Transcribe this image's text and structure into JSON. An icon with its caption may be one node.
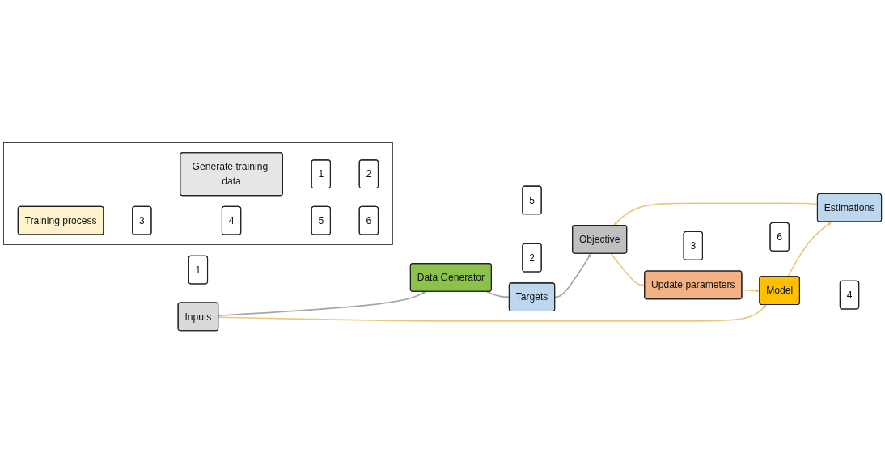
{
  "diagram": {
    "nodes": [
      {
        "text": [
          "Inputs"
        ]
      },
      {
        "text": [
          "Data Generator"
        ]
      },
      {
        "text": [
          "Targets"
        ]
      },
      {
        "text": [
          "Objective"
        ]
      },
      {
        "text": [
          "Model"
        ]
      },
      {
        "text": [
          "Estimations"
        ]
      },
      {
        "text": [
          "Update parameters"
        ]
      },
      {
        "text": [
          "1"
        ]
      },
      {
        "text": [
          "2"
        ]
      },
      {
        "text": [
          "3"
        ]
      },
      {
        "text": [
          "4"
        ]
      },
      {
        "text": [
          "5"
        ]
      },
      {
        "text": [
          "6"
        ]
      },
      {
        "text": [],
        "shape": "box"
      },
      {
        "text": [
          "Generate training data"
        ],
        "in": 13
      },
      {
        "text": [
          "1"
        ],
        "in": 13
      },
      {
        "text": [
          "2"
        ],
        "in": 13
      },
      {
        "text": [
          "Training process"
        ],
        "in": 13
      },
      {
        "text": [
          "3"
        ],
        "in": 13
      },
      {
        "text": [
          "4"
        ],
        "in": 13
      },
      {
        "text": [
          "5"
        ],
        "in": 13
      },
      {
        "text": [
          "6"
        ],
        "in": 13
      }
    ],
    "edges": [
      {
        "from": 0,
        "to": 1,
        "arrow": "to",
        "color": "#a6a6a6"
      },
      {
        "from": 1,
        "to": 2,
        "arrow": "to",
        "color": "#a6a6a6"
      },
      {
        "from": 2,
        "to": 3,
        "arrow": "to",
        "color": "#a6a6a6"
      },
      {
        "from": 0,
        "to": 4,
        "arrow": "to"
      },
      {
        "from": 4,
        "to": 5,
        "arrow": "to"
      },
      {
        "from": 5,
        "to": 3,
        "arrow": "to"
      },
      {
        "from": 3,
        "to": 6,
        "arrow": "to"
      },
      {
        "from": 6,
        "to": 4,
        "arrow": "to"
      }
    ]
  }
}
